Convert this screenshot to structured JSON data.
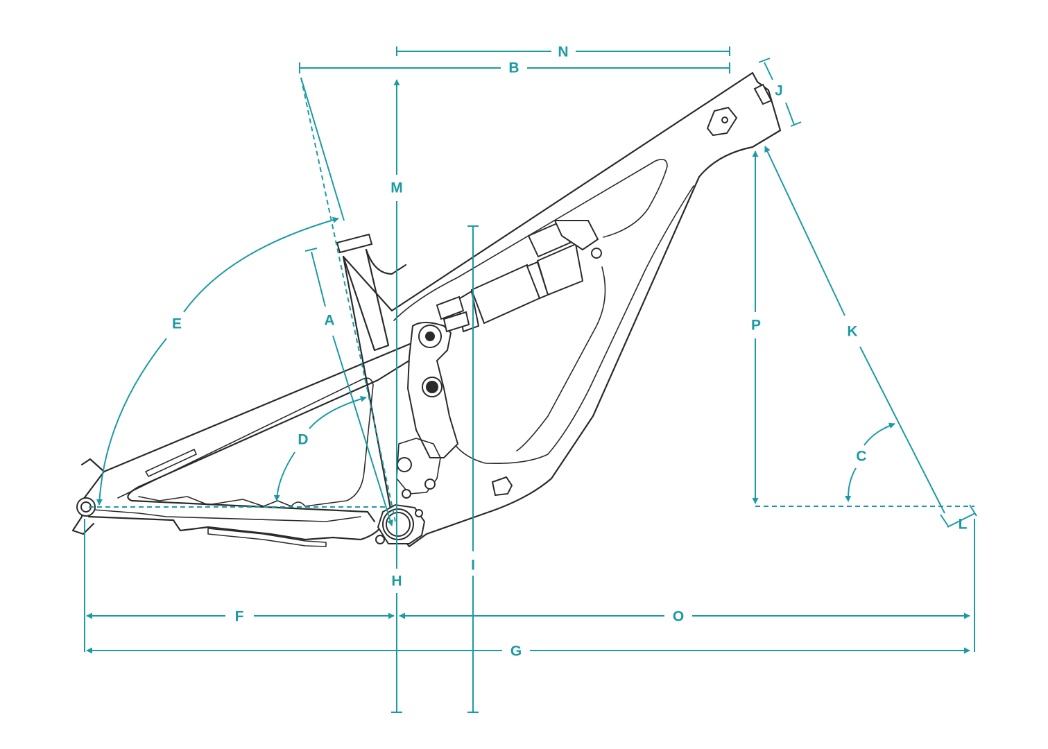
{
  "colors": {
    "dimension": "#1a9aa4",
    "frame": "#2a2a2a",
    "background": "#ffffff"
  },
  "labels": {
    "A": "A",
    "B": "B",
    "C": "C",
    "D": "D",
    "E": "E",
    "F": "F",
    "G": "G",
    "H": "H",
    "I": "I",
    "J": "J",
    "K": "K",
    "L": "L",
    "M": "M",
    "N": "N",
    "O": "O",
    "P": "P"
  }
}
